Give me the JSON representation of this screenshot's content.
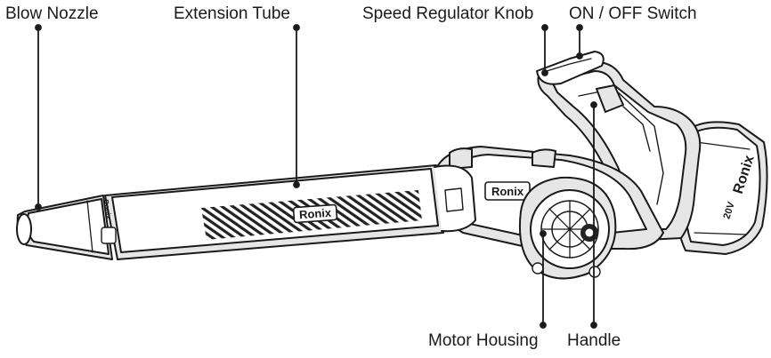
{
  "labels": {
    "blow_nozzle": "Blow Nozzle",
    "extension_tube": "Extension Tube",
    "speed_regulator_knob": "Speed Regulator Knob",
    "on_off_switch": "ON / OFF Switch",
    "motor_housing": "Motor Housing",
    "handle": "Handle"
  },
  "brand": {
    "name": "Ronix",
    "battery_voltage": "20V"
  },
  "colors": {
    "line": "#1a1a1a",
    "fill": "#ffffff",
    "shade": "#e6e6e6",
    "dark": "#222222"
  }
}
